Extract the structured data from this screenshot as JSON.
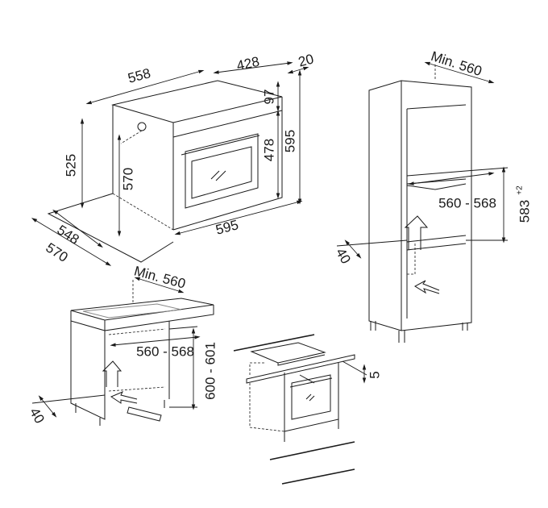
{
  "oven_dimensions": {
    "depth_total": "558",
    "depth_body": "428",
    "front_thickness": "20",
    "control_panel_height": "97",
    "front_height": "595",
    "door_height": "478",
    "body_height": "525",
    "inner_height": "570",
    "body_width_depth": "548",
    "body_width": "570",
    "front_width": "595"
  },
  "column_installation": {
    "min_depth": "Min. 560",
    "niche_width": "560 - 568",
    "niche_height": "583",
    "niche_height_tolerance": "+2",
    "vent_gap": "40"
  },
  "undercounter_installation": {
    "min_depth": "Min. 560",
    "niche_width": "560 - 568",
    "niche_height": "600 - 601",
    "vent_gap": "40"
  },
  "hob_installation": {
    "gap": "5"
  }
}
